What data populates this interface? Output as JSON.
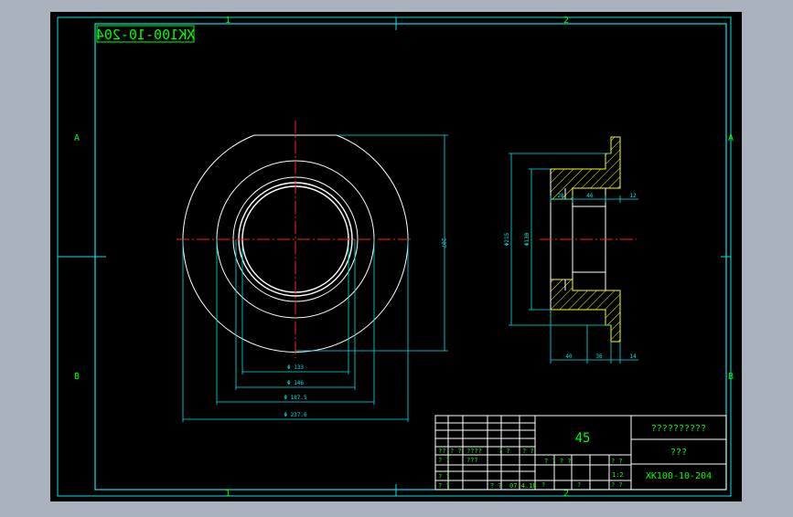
{
  "drawing": {
    "stamp_code": "XK100-10-204",
    "zones": {
      "top_col_1": "1",
      "top_col_2": "2",
      "bottom_col_1": "1",
      "bottom_col_2": "2",
      "left_row_a": "A",
      "left_row_b": "B",
      "right_row_a": "A",
      "right_row_b": "B"
    },
    "front_view_dims": {
      "d1": "Φ 133",
      "d2": "Φ 146",
      "d3": "Φ 187.5",
      "d4": "Φ 237.6",
      "height": "207"
    },
    "section_view_dims": {
      "outer_d": "Φ215",
      "inner_d": "Φ130",
      "top_a": "28",
      "top_b": "46",
      "top_c": "12",
      "bottom_a": "40",
      "bottom_b": "36",
      "bottom_c": "14"
    }
  },
  "title_block": {
    "material": "45",
    "company": "??????????",
    "part_name": "???",
    "drawing_no": "XK100-10-204",
    "scale": "1:2",
    "date": "07.4.18",
    "mark_grid": "? ? ? ?",
    "mark_small": "? ?",
    "mark_small_2": "? ?",
    "mark_q1": "?",
    "mark_q2": "?",
    "row_qq": "??",
    "row_q1": "? ?",
    "row_q2": "? ?",
    "row_q3": "????",
    "row_q4": "? ?",
    "row_q5": "? ?",
    "row_q6": "? ?",
    "row_q7": "???",
    "row_q8": "? ?",
    "row_q9": "? ?",
    "row_q10": "? ?",
    "row_q11": "? ?"
  },
  "colors": {
    "paper": "#000000",
    "border": "#00e5e5",
    "geometry": "#ffffff",
    "dimension": "#00e5e5",
    "text": "#00ff00",
    "center_line": "#ff2020",
    "hatch": "#ffff00",
    "background": "#a9b2bd"
  }
}
